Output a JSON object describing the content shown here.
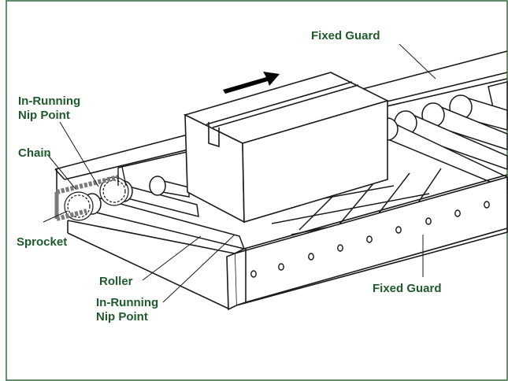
{
  "colors": {
    "label": "#1f5a2b",
    "border": "#2d6a3a",
    "line": "#1a1a1a",
    "chain": "#7a7a7a",
    "arrow": "#000000"
  },
  "labels": {
    "fixed_guard_top": "Fixed Guard",
    "nip_top_line1": "In-Running",
    "nip_top_line2": "Nip Point",
    "chain": "Chain",
    "sprocket": "Sprocket",
    "roller": "Roller",
    "nip_bottom_line1": "In-Running",
    "nip_bottom_line2": "Nip Point",
    "fixed_guard_bottom": "Fixed Guard"
  },
  "icons": {
    "direction": "arrow-right-icon"
  }
}
